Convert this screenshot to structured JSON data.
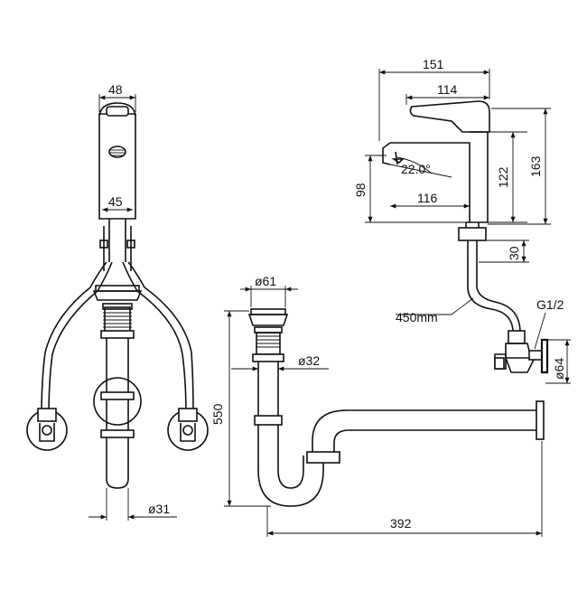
{
  "dimensions": {
    "front_width": "48",
    "front_base": "45",
    "waste_pipe": "ø31",
    "drain_top": "ø61",
    "drain_pipe": "ø32",
    "trap_height": "550",
    "trap_length": "392",
    "side_total": "151",
    "side_handle": "114",
    "side_spout": "116",
    "angle": "22.0°",
    "height_98": "98",
    "height_122": "122",
    "height_163": "163",
    "shank": "30",
    "hose": "450mm",
    "thread": "G1/2",
    "flange": "ø64"
  }
}
